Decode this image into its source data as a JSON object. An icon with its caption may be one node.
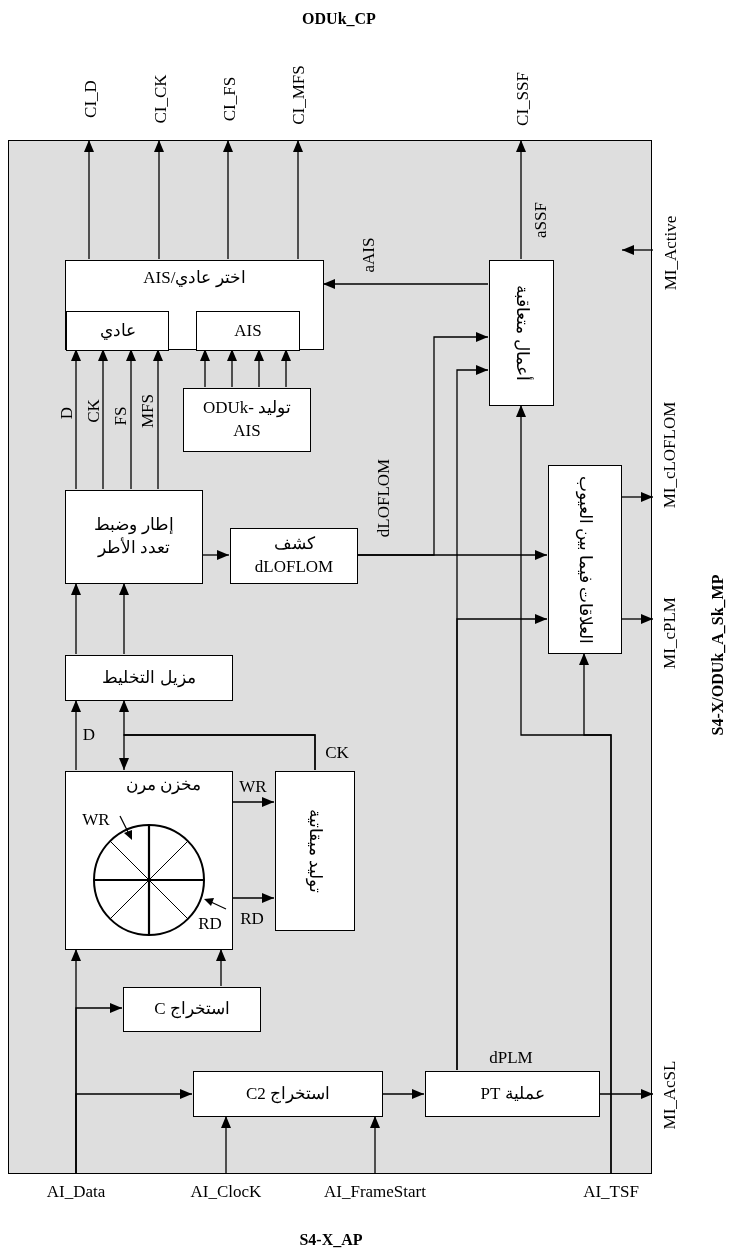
{
  "diagram": {
    "nodes": [
      {
        "text": [],
        "shape": "box"
      },
      {
        "text": [
          "CI_D"
        ]
      },
      {
        "text": [
          "CI_CK"
        ]
      },
      {
        "text": [
          "CI_FS"
        ]
      },
      {
        "text": [
          "CI_MFS"
        ]
      },
      {
        "text": [
          "CI_SSF"
        ]
      },
      {
        "text": [
          "MI_Active"
        ]
      },
      {
        "text": [
          "اختر عادي/AIS"
        ],
        "in": 0
      },
      {
        "text": [
          "عادي"
        ],
        "in": 7
      },
      {
        "text": [
          "AIS"
        ],
        "in": 7
      },
      {
        "text": [
          "أعمال متعاقبة"
        ],
        "in": 0
      },
      {
        "text": [
          "توليد ODUk-AIS"
        ],
        "in": 0
      },
      {
        "text": [
          "إطار وضبط تعدد الأطر"
        ],
        "in": 0
      },
      {
        "text": [
          "كشف dLOFLOM"
        ],
        "in": 0
      },
      {
        "text": [
          "العلاقات فيما بين العيوب"
        ],
        "in": 0
      },
      {
        "text": [
          "MI_cLOFLOM"
        ]
      },
      {
        "text": [
          "MI_cPLM"
        ]
      },
      {
        "text": [
          "مزيل التخليط"
        ],
        "in": 0
      },
      {
        "text": [
          "مخزن مرن"
        ],
        "in": 0
      },
      {
        "text": [
          "توليد ميقاتية"
        ],
        "in": 0
      },
      {
        "text": [
          "استخراج C"
        ],
        "in": 0
      },
      {
        "text": [
          "استخراج C2"
        ],
        "in": 0
      },
      {
        "text": [
          "عملية PT"
        ],
        "in": 0
      },
      {
        "text": [
          "MI_AcSL"
        ]
      },
      {
        "text": [
          "AI_Data"
        ]
      },
      {
        "text": [
          "AI_ClocK"
        ]
      },
      {
        "text": [
          "AI_FrameStart"
        ]
      },
      {
        "text": [
          "AI_TSF"
        ]
      }
    ],
    "edges": [
      {
        "from": 7,
        "to": 1,
        "arrow": "to"
      },
      {
        "from": 7,
        "to": 2,
        "arrow": "to"
      },
      {
        "from": 7,
        "to": 3,
        "arrow": "to"
      },
      {
        "from": 7,
        "to": 4,
        "arrow": "to"
      },
      {
        "from": 10,
        "to": 5,
        "arrow": "to",
        "label": "aSSF"
      },
      {
        "from": 10,
        "to": 7,
        "arrow": "to",
        "label": "aAIS"
      },
      {
        "from": 6,
        "to": null,
        "arrow": "to"
      },
      {
        "from": 12,
        "to": 8,
        "arrow": "to",
        "label": "D"
      },
      {
        "from": 12,
        "to": 8,
        "arrow": "to",
        "label": "CK"
      },
      {
        "from": 12,
        "to": 8,
        "arrow": "to",
        "label": "FS"
      },
      {
        "from": 12,
        "to": 8,
        "arrow": "to",
        "label": "MFS"
      },
      {
        "from": 11,
        "to": 9,
        "arrow": "to"
      },
      {
        "from": 11,
        "to": 9,
        "arrow": "to"
      },
      {
        "from": 11,
        "to": 9,
        "arrow": "to"
      },
      {
        "from": 11,
        "to": 9,
        "arrow": "to"
      },
      {
        "from": 12,
        "to": 13,
        "arrow": "to"
      },
      {
        "from": 13,
        "to": 14,
        "arrow": "to",
        "label": "dLOFLOM"
      },
      {
        "from": 13,
        "to": 10,
        "arrow": "to"
      },
      {
        "from": 22,
        "to": 10,
        "arrow": "to",
        "label": "dPLM"
      },
      {
        "from": 22,
        "to": 14,
        "arrow": "to"
      },
      {
        "from": 14,
        "to": 15,
        "arrow": "to"
      },
      {
        "from": 14,
        "to": 16,
        "arrow": "to"
      },
      {
        "from": 17,
        "to": 12,
        "arrow": "to"
      },
      {
        "from": 17,
        "to": 12,
        "arrow": "to"
      },
      {
        "from": 18,
        "to": 17,
        "arrow": "to",
        "label": "D"
      },
      {
        "from": 19,
        "to": 17,
        "arrow": "to",
        "label": "CK"
      },
      {
        "from": 19,
        "to": 18,
        "arrow": "to"
      },
      {
        "from": 18,
        "to": 19,
        "arrow": "to",
        "label": "WR"
      },
      {
        "from": 18,
        "to": 19,
        "arrow": "to",
        "label": "RD"
      },
      {
        "from": 24,
        "to": 18,
        "arrow": "to"
      },
      {
        "from": 24,
        "to": 20,
        "arrow": "to"
      },
      {
        "from": 24,
        "to": 21,
        "arrow": "to"
      },
      {
        "from": 20,
        "to": 18,
        "arrow": "to"
      },
      {
        "from": 21,
        "to": 22,
        "arrow": "to"
      },
      {
        "from": 22,
        "to": 23,
        "arrow": "to"
      },
      {
        "from": 25,
        "to": 21,
        "arrow": "to"
      },
      {
        "from": 26,
        "to": 21,
        "arrow": "to"
      },
      {
        "from": 27,
        "to": 10,
        "arrow": "to"
      },
      {
        "from": 27,
        "to": 14,
        "arrow": "to"
      }
    ],
    "labels": [
      "ODUk_CP",
      "WR",
      "RD",
      "S4-X/ODUk_A_Sk_MP",
      "S4-X_AP"
    ]
  }
}
